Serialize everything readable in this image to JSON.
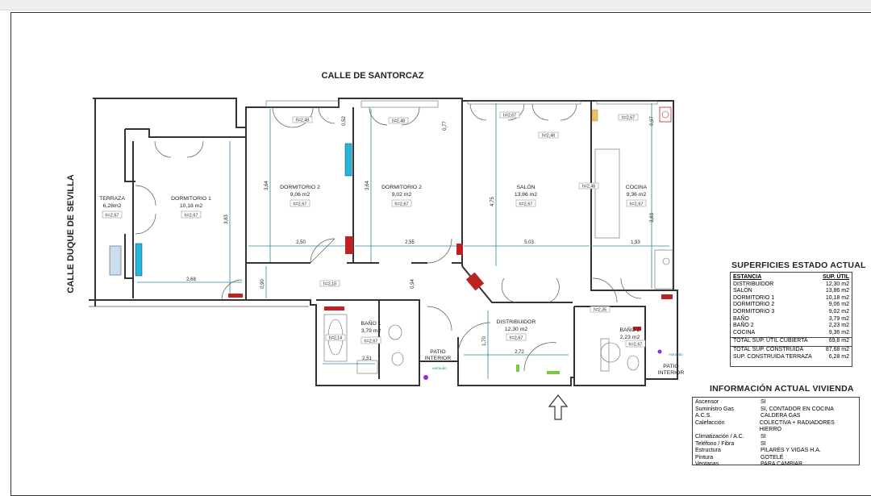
{
  "plan": {
    "street_top": "CALLE DE SANTORCAZ",
    "street_left": "CALLE DUQUE DE SEVILLA",
    "rooms": [
      {
        "name": "TERRAZA",
        "area": "6,28m2",
        "height": "h=2,67"
      },
      {
        "name": "DORMITORIO 1",
        "area": "10,18 m2",
        "height": "h=2,67"
      },
      {
        "name": "DORMITORIO 2",
        "area": "9,06 m2",
        "height": "h=2,67"
      },
      {
        "name": "DORMITORIO 2",
        "area": "9,02 m2",
        "height": "h=2,67"
      },
      {
        "name": "SALÓN",
        "area": "13,86 m2",
        "height": "h=2,67"
      },
      {
        "name": "COCINA",
        "area": "9,36 m2",
        "height": "h=2,67"
      },
      {
        "name": "DISTRIBUIDOR",
        "area": "12,30 m2",
        "height": "h=2,67"
      },
      {
        "name": "BAÑO 1",
        "area": "3,79 m2",
        "height": "h=2,67"
      },
      {
        "name": "BAÑO 2",
        "area": "2,23 m2",
        "height": "h=2,67"
      }
    ],
    "patio_left": [
      "PATIO",
      "INTERIOR"
    ],
    "patio_right": [
      "PATIO",
      "INTERIOR"
    ],
    "small_notes": {
      "extr1": "extraudo",
      "extr2": "extraudo"
    },
    "heights": {
      "h248a": "h=2,48",
      "h248b": "h=2,48",
      "h267a": "h=2,67",
      "h248c": "h=2,48",
      "h267b": "h=2,67",
      "h218": "h=2,18",
      "h248d": "h=2,48",
      "h214": "h=2,14",
      "h235": "h=2,35"
    },
    "dims": {
      "d364a": "3,64",
      "d052": "0,52",
      "d364b": "3,64",
      "d077": "0,77",
      "d475": "4,75",
      "d097": "0,97",
      "d383a": "3,83",
      "d383b": "3,83",
      "d250": "2,50",
      "d255": "2,55",
      "d503": "5,03",
      "d193": "1,93",
      "d268": "2,68",
      "d090": "0,90",
      "d094": "0,94",
      "d170": "1,70",
      "d272": "2,72",
      "d251": "2,51"
    }
  },
  "superficies": {
    "title": "SUPERFICIES ESTADO ACTUAL",
    "col_estancia": "ESTANCIA",
    "col_sup": "SUP. ÚTIL",
    "rows": [
      {
        "k": "DISTRIBUIDOR",
        "v": "12,30 m2"
      },
      {
        "k": "SALÓN",
        "v": "13,86 m2"
      },
      {
        "k": "DORMITORIO 1",
        "v": "10,18 m2"
      },
      {
        "k": "DORMITORIO 2",
        "v": "9,06 m2"
      },
      {
        "k": "DORMITORIO 3",
        "v": "9,02 m2"
      },
      {
        "k": "BAÑO",
        "v": "3,79 m2"
      },
      {
        "k": "BAÑO 2",
        "v": "2,23 m2"
      },
      {
        "k": "COCINA",
        "v": "9,36 m2"
      }
    ],
    "totals": [
      {
        "k": "TOTAL SUP. ÚTIL CUBIERTA",
        "v": "69,8 m2"
      },
      {
        "k": "TOTAL SUP. CONSTRUIDA",
        "v": "87,68 m2"
      },
      {
        "k": "SUP. CONSTRUIDA TERRAZA",
        "v": "6,28 m2"
      }
    ]
  },
  "informacion": {
    "title": "INFORMACIÓN ACTUAL VIVIENDA",
    "rows": [
      {
        "k": "Ascensor",
        "v": "SI"
      },
      {
        "k": "Suministro Gas",
        "v": "SI, CONTADOR EN COCINA"
      },
      {
        "k": "A.C.S.",
        "v": "CALDERA GAS"
      },
      {
        "k": "Calefacción",
        "v": "COLECTIVA + RADIADORES HIERRO"
      },
      {
        "k": "Climatización / A.C.",
        "v": "SI"
      },
      {
        "k": "Teléfono / Fibra",
        "v": "SI"
      },
      {
        "k": "Estructura",
        "v": "PILARES Y VIGAS H.A."
      },
      {
        "k": "Pintura",
        "v": "GOTELÉ"
      },
      {
        "k": "Ventanas",
        "v": "PARA CAMBIAR"
      }
    ]
  },
  "colors": {
    "dim": "#2a8a99",
    "radiator": "#b22222",
    "ac_unit": "#29b6d6",
    "wall": "#333333"
  }
}
